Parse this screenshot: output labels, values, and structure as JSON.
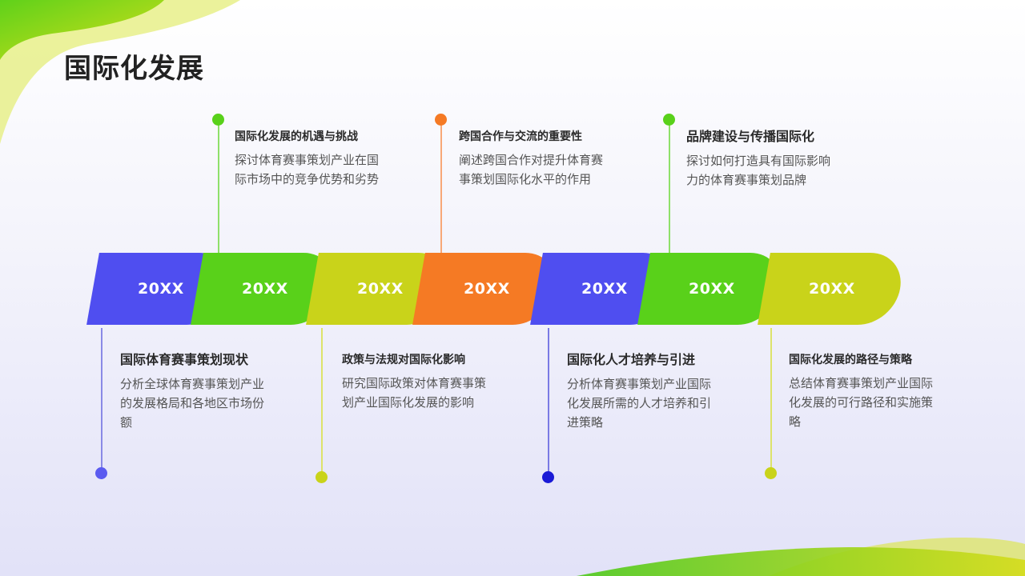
{
  "title": "国际化发展",
  "colors": {
    "blue": "#4f4ef0",
    "green": "#59d11a",
    "lime": "#c9d31a",
    "orange": "#f57a24",
    "dot_blue": "#1a1ad6"
  },
  "years": [
    "20XX",
    "20XX",
    "20XX",
    "20XX",
    "20XX",
    "20XX",
    "20XX"
  ],
  "top_items": [
    {
      "title": "国际化发展的机遇与挑战",
      "desc": "探讨体育赛事策划产业在国际市场中的竞争优势和劣势"
    },
    {
      "title": "跨国合作与交流的重要性",
      "desc": "阐述跨国合作对提升体育赛事策划国际化水平的作用"
    },
    {
      "title": "品牌建设与传播国际化",
      "desc": "探讨如何打造具有国际影响力的体育赛事策划品牌"
    }
  ],
  "bottom_items": [
    {
      "title": "国际体育赛事策划现状",
      "desc": "分析全球体育赛事策划产业的发展格局和各地区市场份额"
    },
    {
      "title": "政策与法规对国际化影响",
      "desc": "研究国际政策对体育赛事策划产业国际化发展的影响"
    },
    {
      "title": "国际化人才培养与引进",
      "desc": "分析体育赛事策划产业国际化发展所需的人才培养和引进策略"
    },
    {
      "title": "国际化发展的路径与策略",
      "desc": "总结体育赛事策划产业国际化发展的可行路径和实施策略"
    }
  ]
}
